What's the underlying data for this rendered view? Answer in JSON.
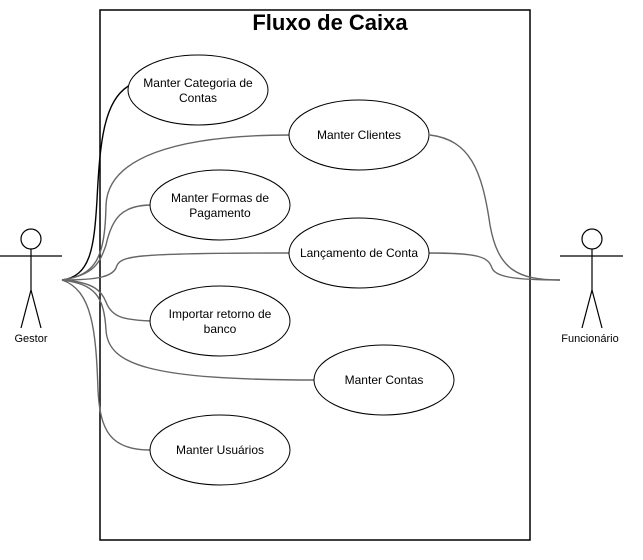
{
  "system": {
    "title": "Fluxo de Caixa"
  },
  "actors": [
    {
      "id": "gestor",
      "label": "Gestor"
    },
    {
      "id": "funcionario",
      "label": "Funcionário"
    }
  ],
  "use_cases": [
    {
      "id": "manter-categoria-de-contas",
      "lines": [
        "Manter Categoria de",
        "Contas"
      ]
    },
    {
      "id": "manter-clientes",
      "lines": [
        "Manter Clientes"
      ]
    },
    {
      "id": "manter-formas-de-pagamento",
      "lines": [
        "Manter Formas de",
        "Pagamento"
      ]
    },
    {
      "id": "lancamento-de-conta",
      "lines": [
        "Lançamento de Conta"
      ]
    },
    {
      "id": "importar-retorno-de-banco",
      "lines": [
        "Importar retorno de",
        "banco"
      ]
    },
    {
      "id": "manter-contas",
      "lines": [
        "Manter Contas"
      ]
    },
    {
      "id": "manter-usuarios",
      "lines": [
        "Manter Usuários"
      ]
    }
  ],
  "associations": [
    {
      "actor": "gestor",
      "use_case": "manter-categoria-de-contas"
    },
    {
      "actor": "gestor",
      "use_case": "manter-clientes"
    },
    {
      "actor": "gestor",
      "use_case": "manter-formas-de-pagamento"
    },
    {
      "actor": "gestor",
      "use_case": "lancamento-de-conta"
    },
    {
      "actor": "gestor",
      "use_case": "importar-retorno-de-banco"
    },
    {
      "actor": "gestor",
      "use_case": "manter-contas"
    },
    {
      "actor": "gestor",
      "use_case": "manter-usuarios"
    },
    {
      "actor": "funcionario",
      "use_case": "manter-clientes"
    },
    {
      "actor": "funcionario",
      "use_case": "lancamento-de-conta"
    }
  ],
  "colors": {
    "line_gestor_primary": "#000000",
    "line_secondary": "#666666",
    "stroke": "#000000",
    "fill": "#ffffff"
  }
}
